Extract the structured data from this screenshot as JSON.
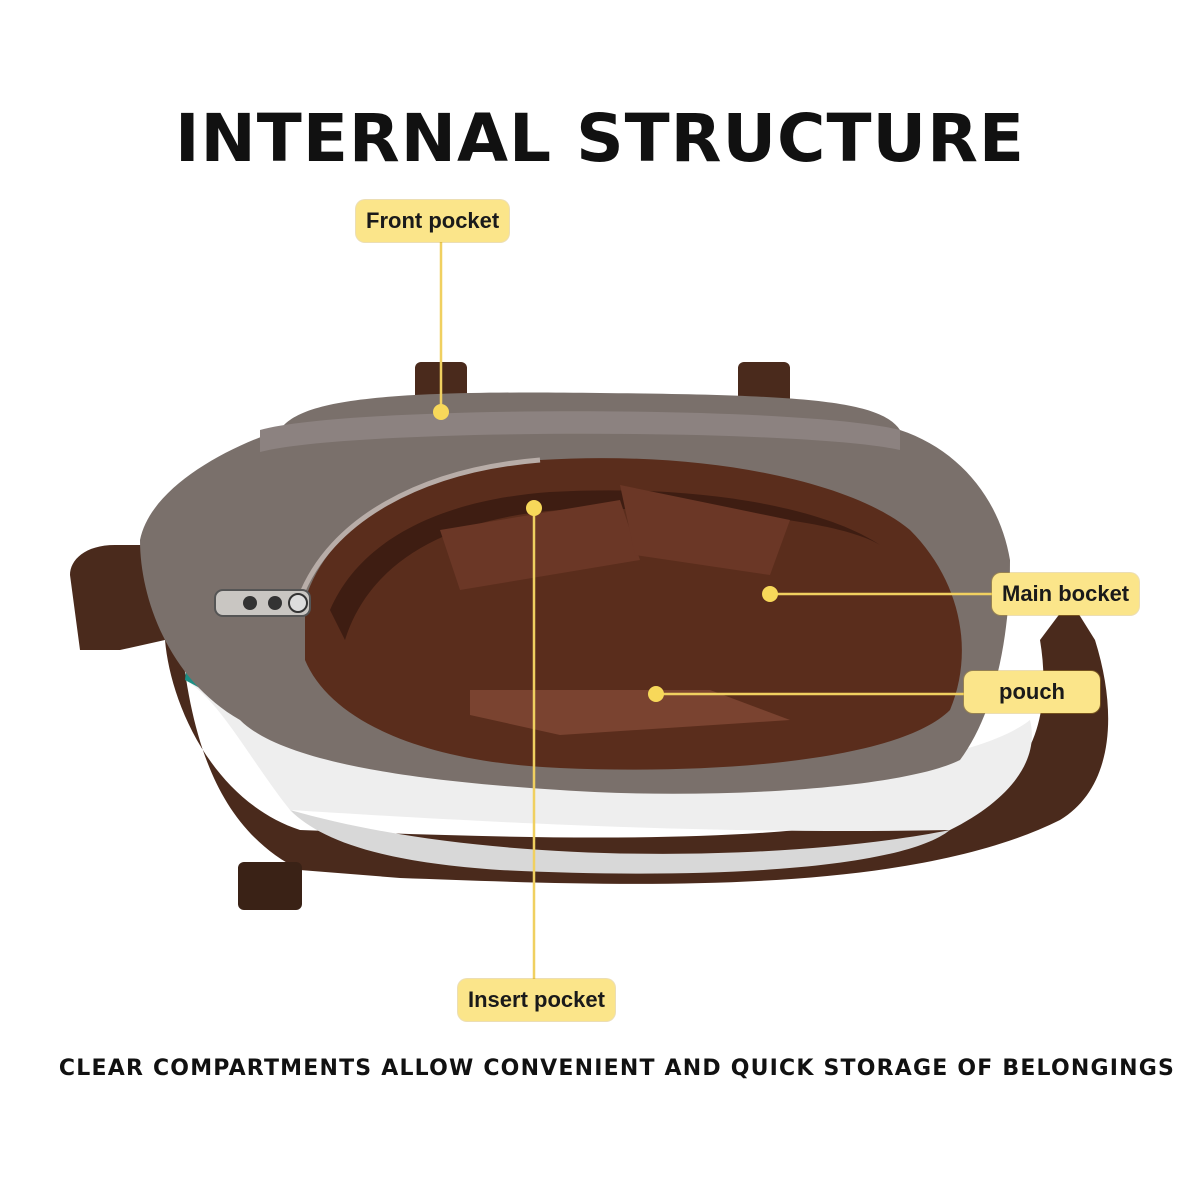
{
  "title": "INTERNAL STRUCTURE",
  "caption": "CLEAR COMPARTMENTS ALLOW CONVENIENT AND QUICK STORAGE OF BELONGINGS",
  "labels": {
    "front_pocket": "Front pocket",
    "main_pocket": "Main bocket",
    "pouch": "pouch",
    "insert_pocket": "Insert pocket"
  },
  "colors": {
    "label_fill": "#fbe58a",
    "leader_line": "#f0d060",
    "canvas_gray": "#7a706b",
    "lining_brown": "#5a2d1c",
    "strap_brown": "#4a2a1c",
    "teal_accent": "#1d8f85",
    "white_panel": "#eeeeee"
  }
}
